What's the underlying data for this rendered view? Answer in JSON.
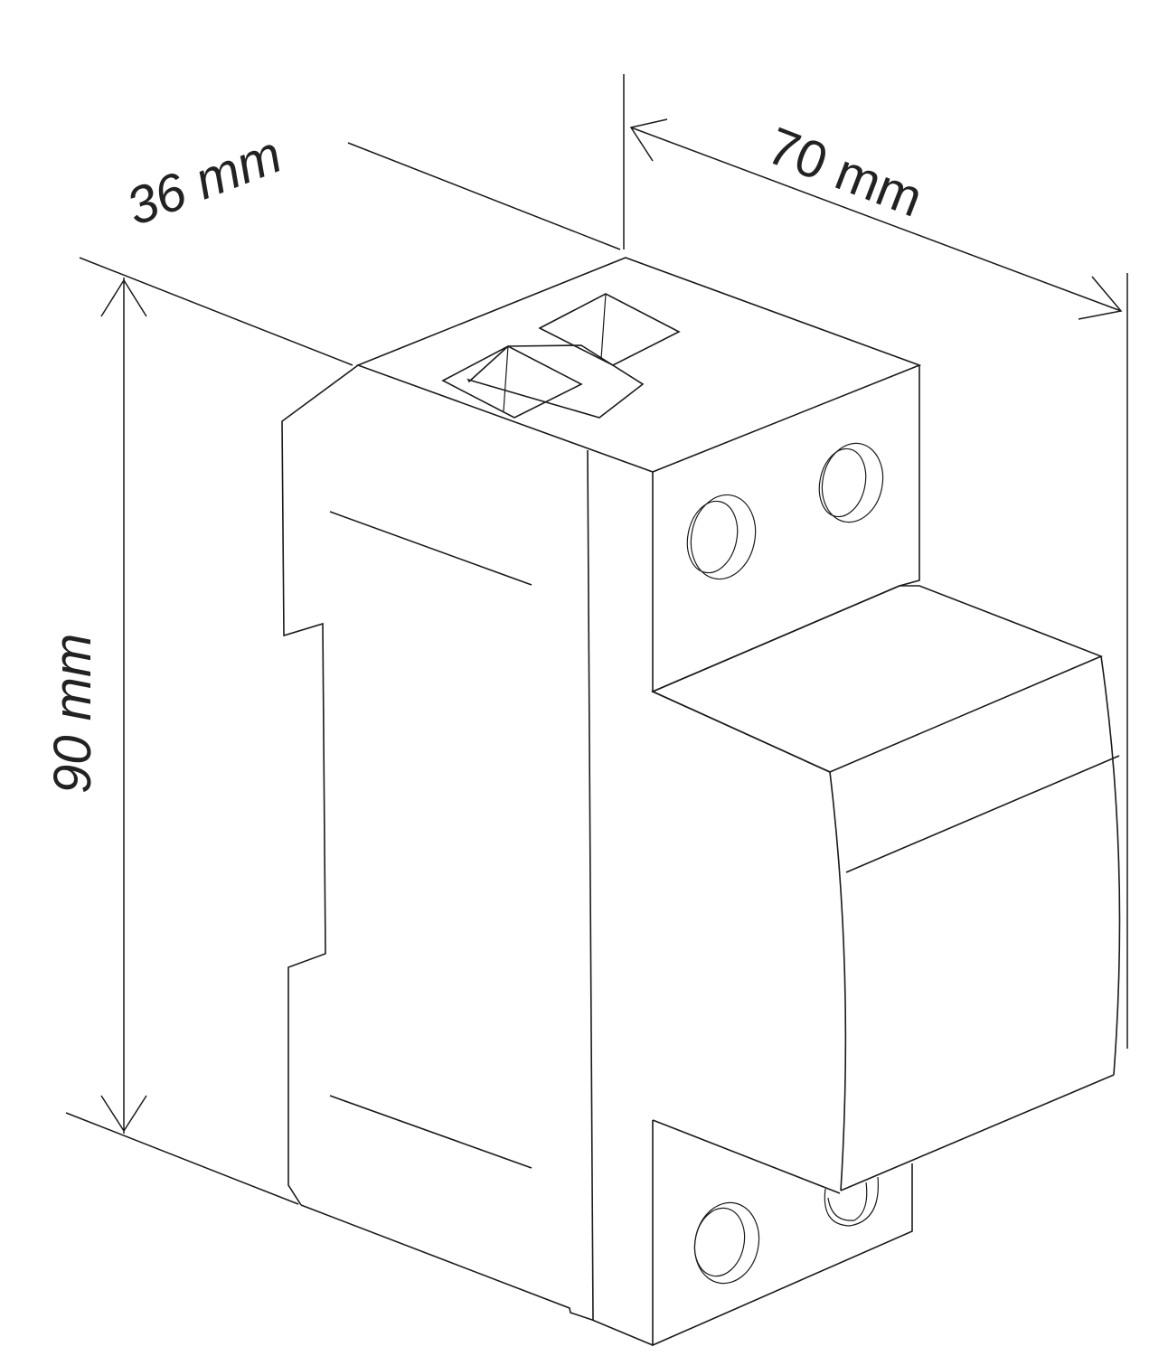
{
  "diagram": {
    "type": "isometric technical drawing",
    "subject": "2-module DIN-rail modular device",
    "line_color": "#1a1a1a",
    "background": "#ffffff"
  },
  "dimensions": {
    "width": {
      "label": "36 mm",
      "value": 36,
      "unit": "mm"
    },
    "depth": {
      "label": "70 mm",
      "value": 70,
      "unit": "mm"
    },
    "height": {
      "label": "90 mm",
      "value": 90,
      "unit": "mm"
    }
  }
}
